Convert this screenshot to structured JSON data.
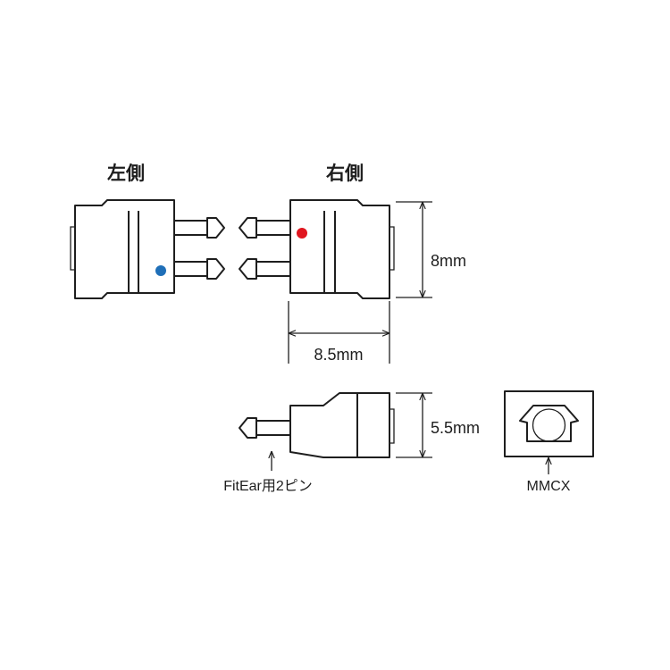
{
  "labels": {
    "left_title": "左側",
    "right_title": "右側",
    "height_dim": "8mm",
    "width_dim": "8.5mm",
    "side_height_dim": "5.5mm",
    "pin_label": "FitEar用2ピン",
    "socket_label": "MMCX"
  },
  "colors": {
    "left_marker": "#1f6fb8",
    "right_marker": "#e0161f",
    "line": "#1e1e1e"
  }
}
